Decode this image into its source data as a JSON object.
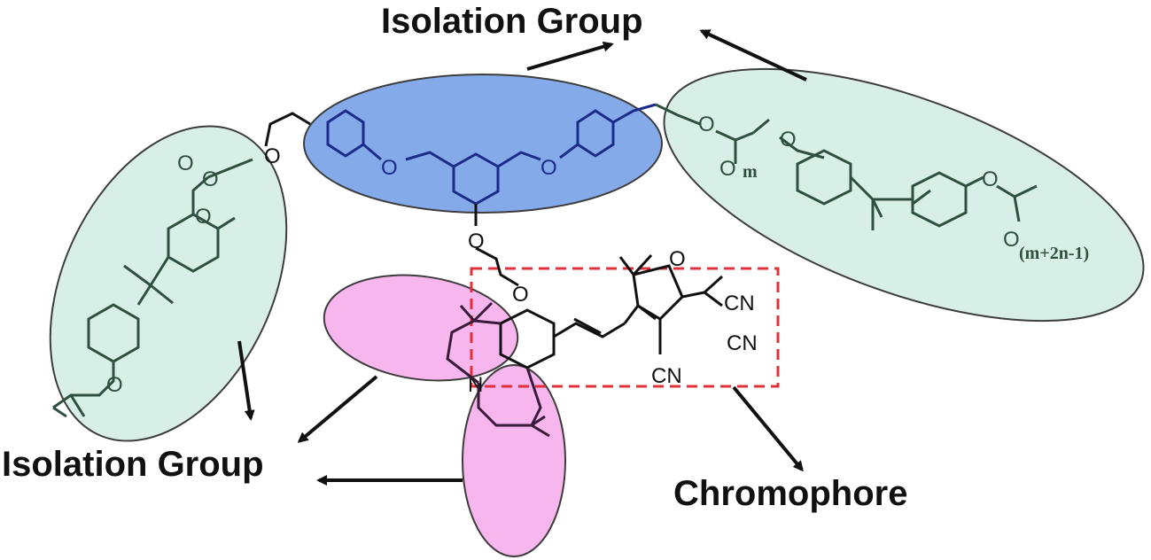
{
  "labels": {
    "isolation_top": "Isolation Group",
    "isolation_bottom": "Isolation Group",
    "chromophore": "Chromophore"
  },
  "atoms": {
    "oxygen": "O",
    "nitrogen": "N",
    "cyano": "CN"
  },
  "subscripts": {
    "m": "m",
    "m2n1": "(m+2n-1)"
  },
  "colors": {
    "blue_region": "#7ea6e8",
    "green_region": "#d6efe6",
    "pink_region": "#f7b3ee",
    "chromophore_box": "#e0303a"
  }
}
